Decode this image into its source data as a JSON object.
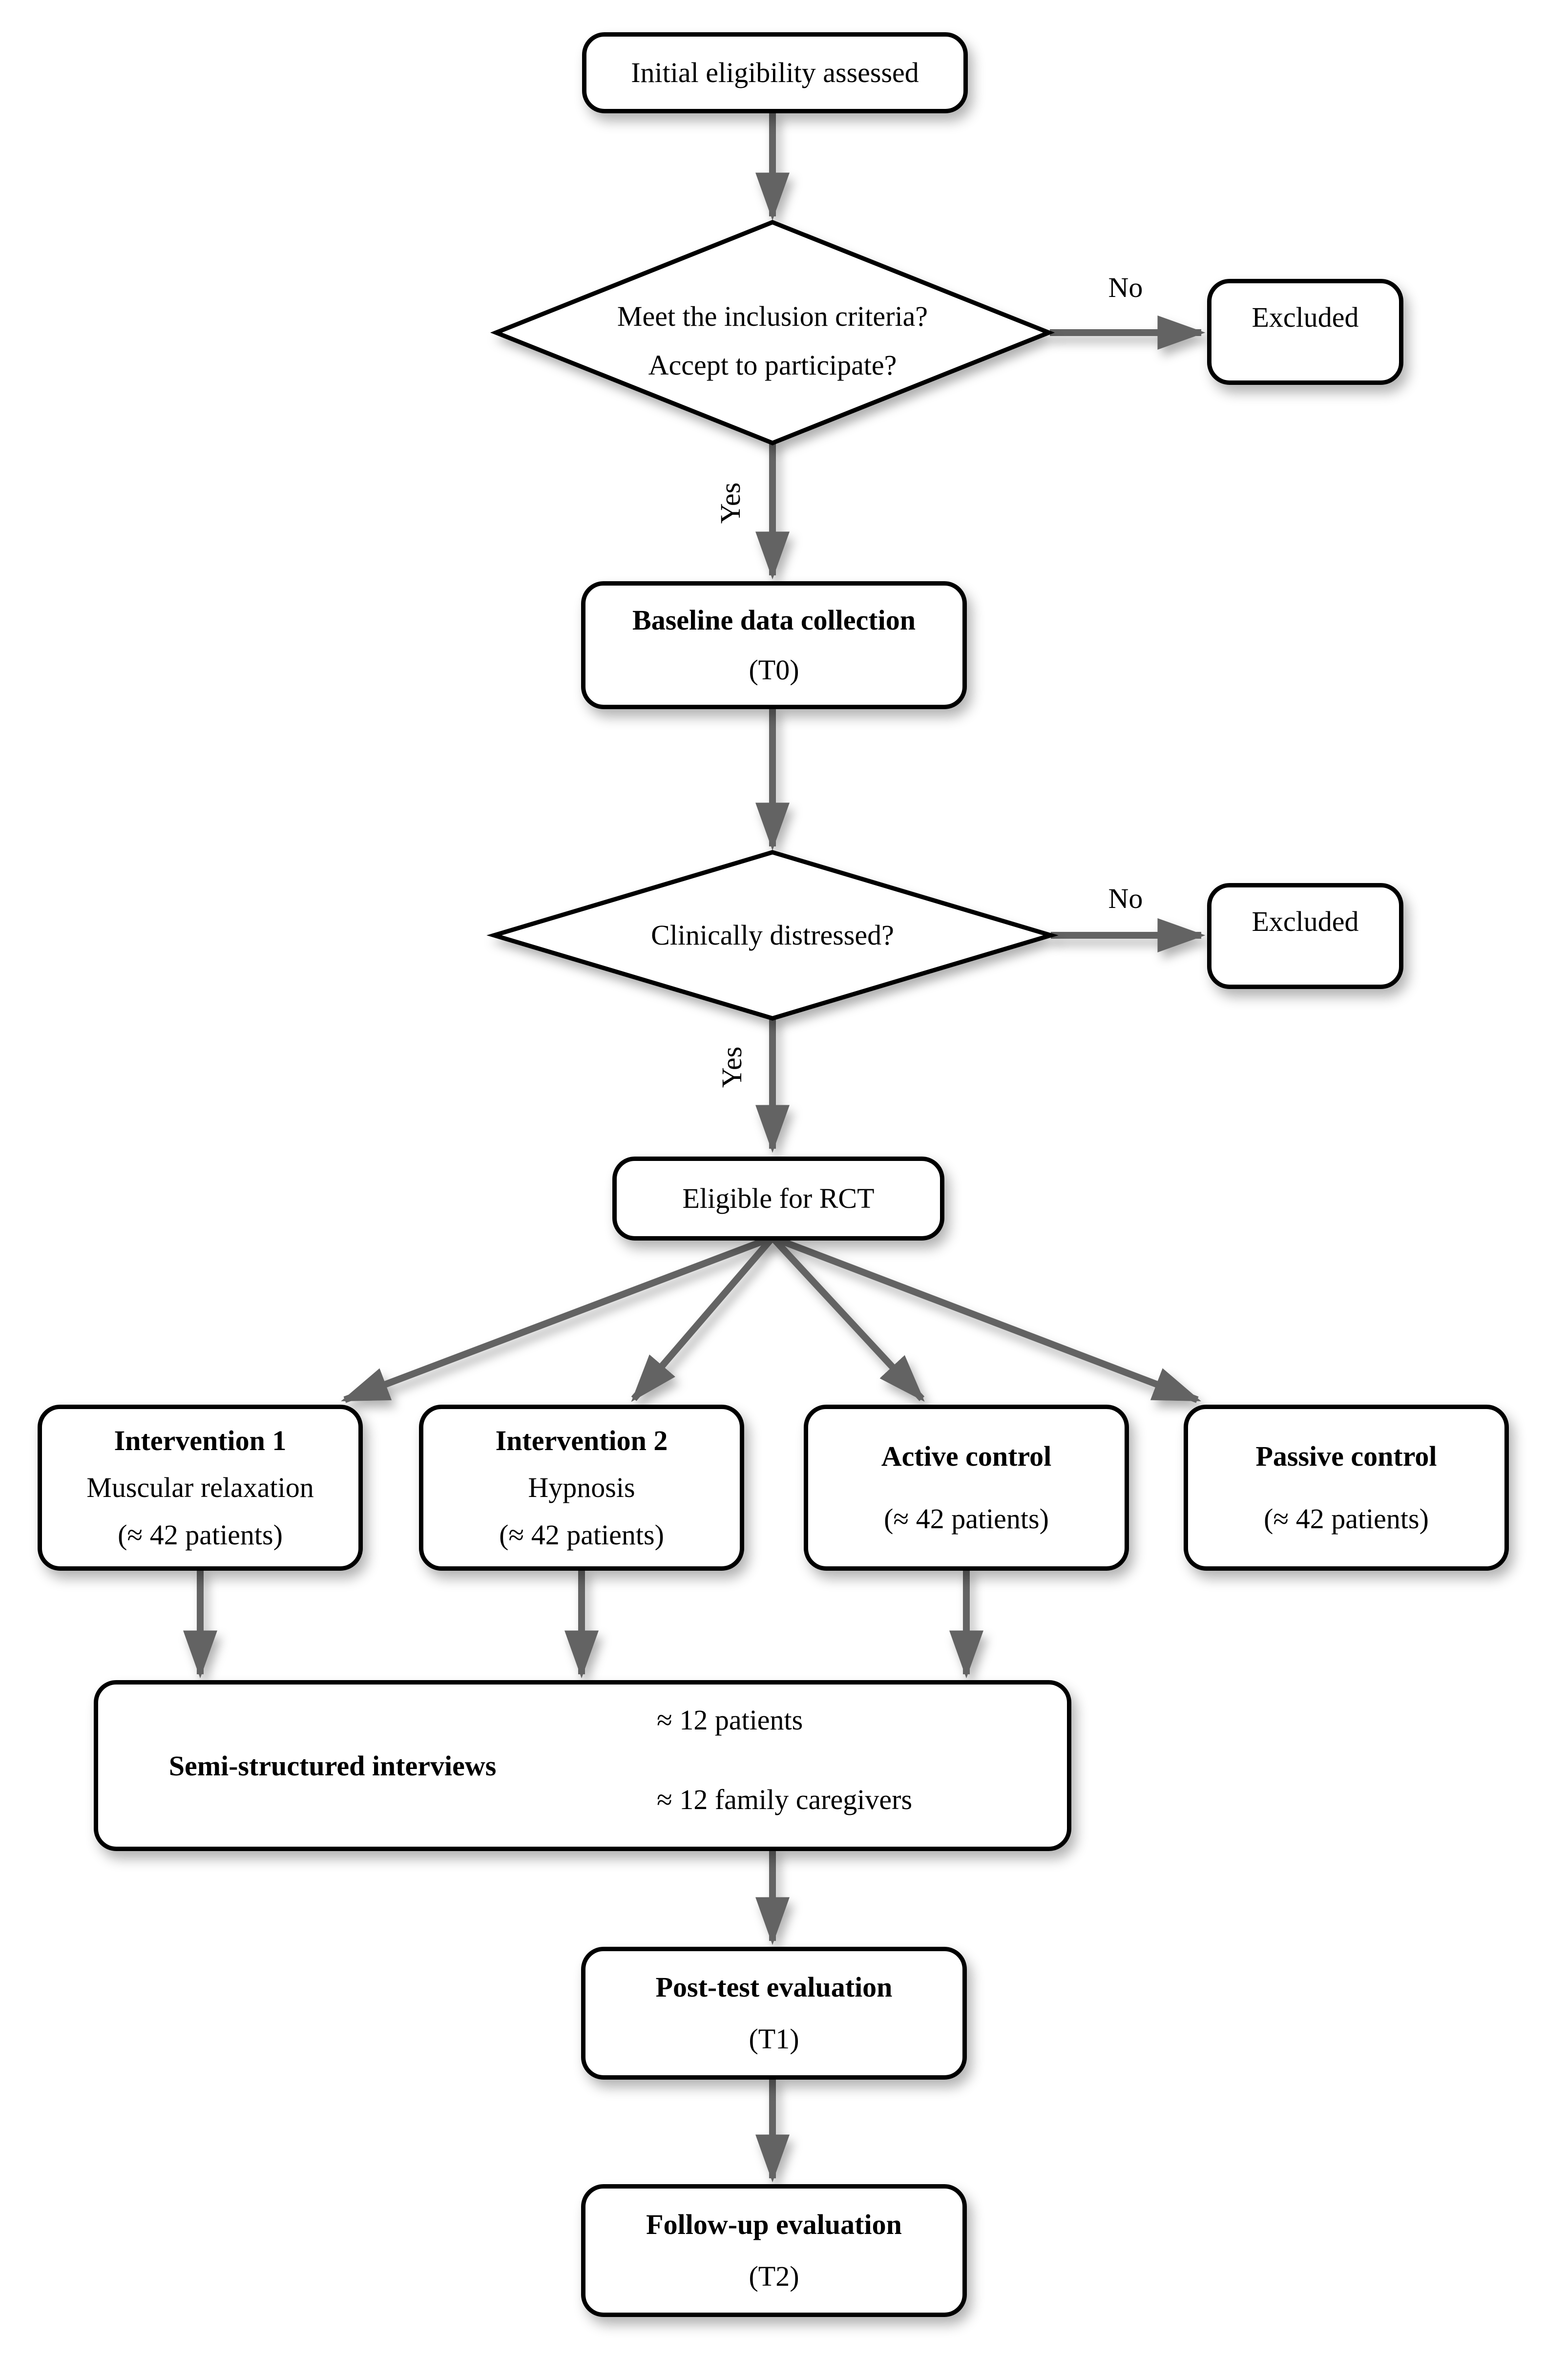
{
  "colors": {
    "arrow": "#636363",
    "node_border": "#000000",
    "node_fill": "#ffffff",
    "text": "#000000"
  },
  "flow": {
    "start": {
      "label": "Initial eligibility assessed"
    },
    "decision_inclusion": {
      "line1": "Meet the inclusion criteria?",
      "line2": "Accept to participate?",
      "no": "No",
      "yes": "Yes"
    },
    "excluded_1": {
      "label": "Excluded"
    },
    "baseline": {
      "title": "Baseline data collection",
      "subtitle": "(T0)"
    },
    "decision_distress": {
      "label": "Clinically distressed?",
      "no": "No",
      "yes": "Yes"
    },
    "excluded_2": {
      "label": "Excluded"
    },
    "eligible": {
      "label": "Eligible for RCT"
    },
    "groups": [
      {
        "title": "Intervention 1",
        "subtitle": "Muscular relaxation",
        "count": "(≈ 42 patients)"
      },
      {
        "title": "Intervention 2",
        "subtitle": "Hypnosis",
        "count": "(≈ 42 patients)"
      },
      {
        "title": "Active control",
        "subtitle": "",
        "count": "(≈ 42 patients)"
      },
      {
        "title": "Passive control",
        "subtitle": "",
        "count": "(≈ 42 patients)"
      }
    ],
    "interviews": {
      "title": "Semi-structured interviews",
      "item1": "≈ 12 patients",
      "item2": "≈ 12 family caregivers"
    },
    "posttest": {
      "title": "Post-test evaluation",
      "subtitle": "(T1)"
    },
    "followup": {
      "title": "Follow-up evaluation",
      "subtitle": "(T2)"
    }
  }
}
